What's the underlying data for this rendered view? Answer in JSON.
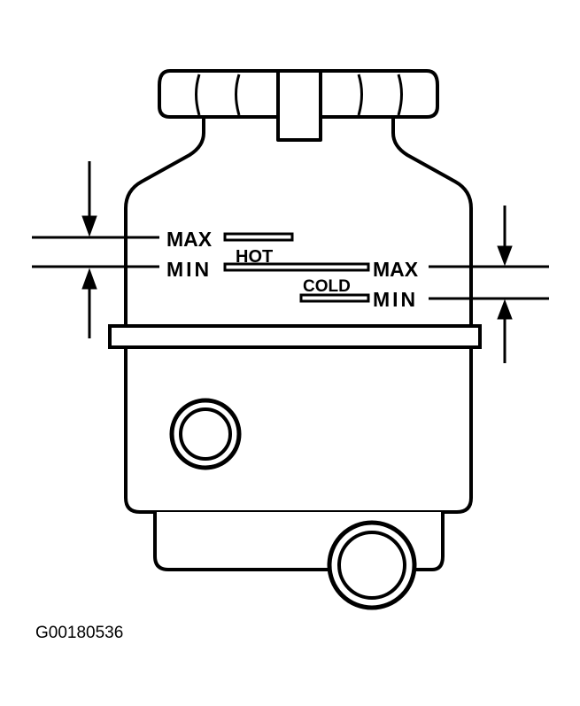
{
  "diagram": {
    "left_scale": {
      "max_label": "MAX",
      "min_label": "MIN",
      "band_label": "HOT"
    },
    "right_scale": {
      "max_label": "MAX",
      "min_label": "MIN",
      "band_label": "COLD"
    },
    "figure_id": "G00180536"
  }
}
